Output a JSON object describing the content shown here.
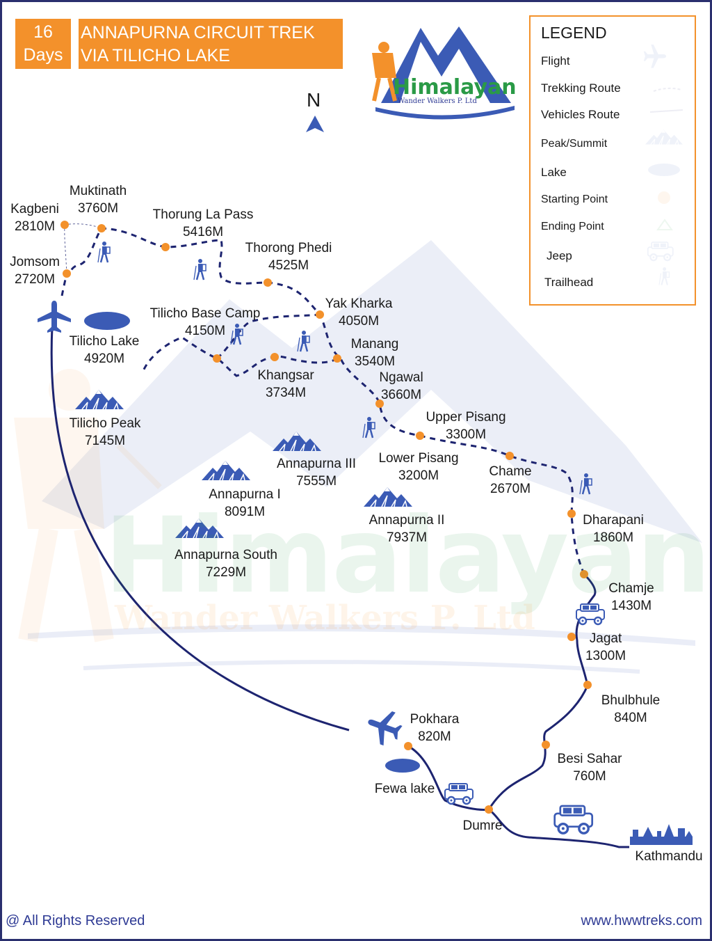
{
  "header": {
    "days_number": "16",
    "days_word": "Days",
    "title_line1": "ANNAPURNA CIRCUIT TREK",
    "title_line2": "VIA TILICHO LAKE"
  },
  "logo": {
    "name": "Himalayan",
    "sub": "Wander Walkers P. Ltd"
  },
  "watermark": {
    "name": "Himalayan",
    "sub": "Wander Walkers P. Ltd"
  },
  "north_label": "N",
  "legend": {
    "title": "LEGEND",
    "items": [
      {
        "label": "Flight",
        "icon": "airplane-icon"
      },
      {
        "label": "Trekking Route",
        "icon": "dashed-line-icon"
      },
      {
        "label": "Vehicles Route",
        "icon": "solid-line-icon"
      },
      {
        "label": "Peak/Summit",
        "icon": "mountain-icon"
      },
      {
        "label": "Lake",
        "icon": "lake-icon"
      },
      {
        "label": "Starting Point",
        "icon": "orange-dot-icon"
      },
      {
        "label": "Ending Point",
        "icon": "green-triangle-icon"
      },
      {
        "label": "Jeep",
        "icon": "jeep-icon"
      },
      {
        "label": "Trailhead",
        "icon": "hiker-icon"
      }
    ]
  },
  "places": {
    "muktinath": {
      "name": "Muktinath",
      "alt": "3760M"
    },
    "kagbeni": {
      "name": "Kagbeni",
      "alt": "2810M"
    },
    "jomsom": {
      "name": "Jomsom",
      "alt": "2720M"
    },
    "thorung_la": {
      "name": "Thorung La Pass",
      "alt": "5416M"
    },
    "thorong_phedi": {
      "name": "Thorong Phedi",
      "alt": "4525M"
    },
    "yak_kharka": {
      "name": "Yak Kharka",
      "alt": "4050M"
    },
    "tilicho_base": {
      "name": "Tilicho Base Camp",
      "alt": "4150M"
    },
    "tilicho_lake": {
      "name": "Tilicho Lake",
      "alt": "4920M"
    },
    "manang": {
      "name": "Manang",
      "alt": "3540M"
    },
    "khangsar": {
      "name": "Khangsar",
      "alt": "3734M"
    },
    "ngawal": {
      "name": "Ngawal",
      "alt": "3660M"
    },
    "tilicho_peak": {
      "name": "Tilicho Peak",
      "alt": "7145M"
    },
    "upper_pisang": {
      "name": "Upper Pisang",
      "alt": "3300M"
    },
    "lower_pisang": {
      "name": "Lower Pisang",
      "alt": "3200M"
    },
    "annapurna_3": {
      "name": "Annapurna III",
      "alt": "7555M"
    },
    "chame": {
      "name": "Chame",
      "alt": "2670M"
    },
    "annapurna_1": {
      "name": "Annapurna I",
      "alt": "8091M"
    },
    "annapurna_2": {
      "name": "Annapurna II",
      "alt": "7937M"
    },
    "dharapani": {
      "name": "Dharapani",
      "alt": "1860M"
    },
    "annapurna_south": {
      "name": "Annapurna South",
      "alt": "7229M"
    },
    "chamje": {
      "name": "Chamje",
      "alt": "1430M"
    },
    "jagat": {
      "name": "Jagat",
      "alt": "1300M"
    },
    "bhulbhule": {
      "name": "Bhulbhule",
      "alt": "840M"
    },
    "pokhara": {
      "name": "Pokhara",
      "alt": "820M"
    },
    "besi_sahar": {
      "name": "Besi Sahar",
      "alt": "760M"
    },
    "fewa_lake": {
      "name": "Fewa lake"
    },
    "dumre": {
      "name": "Dumre"
    },
    "kathmandu": {
      "name": "Kathmandu"
    }
  },
  "colors": {
    "accent_orange": "#f3912b",
    "route_navy": "#1d2470",
    "icon_blue": "#3b5bb5",
    "frame_border": "#2a2f6e",
    "logo_green": "#2a9a46",
    "footer_text": "#2e3a94"
  },
  "footer": {
    "copyright": "@ All Rights Reserved",
    "website": "www.hwwtreks.com"
  }
}
